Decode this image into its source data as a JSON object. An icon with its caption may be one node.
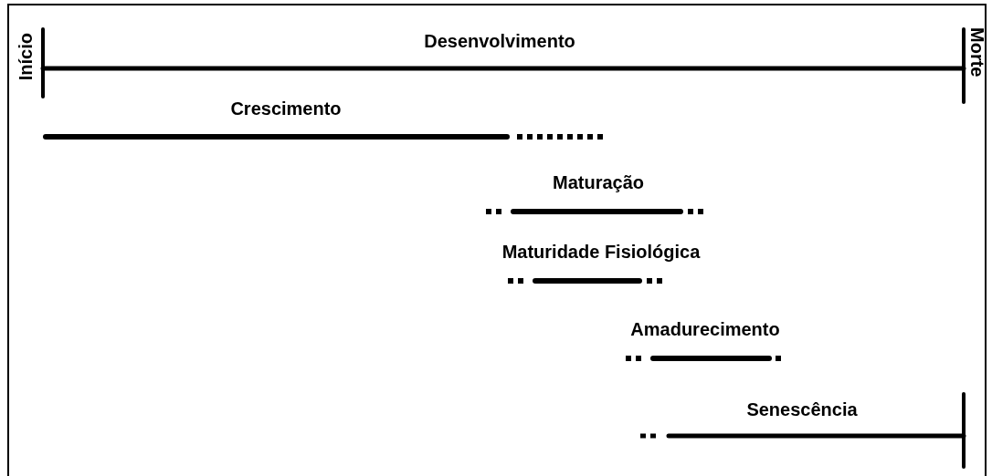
{
  "diagram": {
    "labels": [
      "Início",
      "Desenvolvimento",
      "Morte",
      "Crescimento",
      "Maturação",
      "Maturidade Fisiológica",
      "Amadurecimento",
      "Senescência"
    ]
  }
}
